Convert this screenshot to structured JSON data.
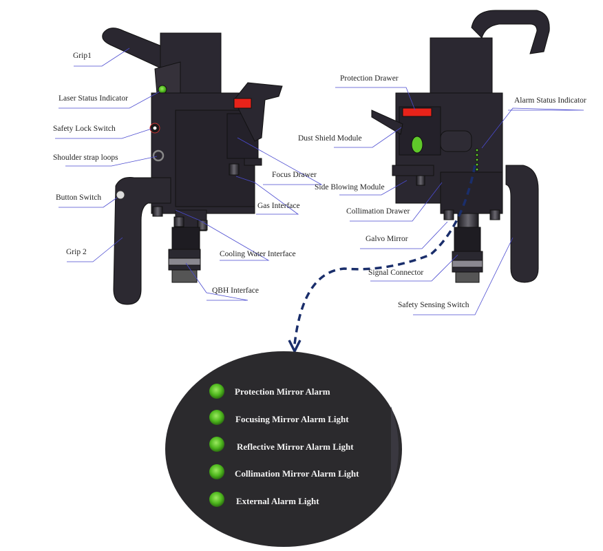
{
  "left_view": {
    "labels": {
      "grip1": "Grip1",
      "laser_status_indicator": "Laser Status Indicator",
      "safety_lock_switch": "Safety Lock Switch",
      "shoulder_strap_loops": "Shoulder strap loops",
      "button_switch": "Button Switch",
      "grip2": "Grip 2",
      "focus_drawer": "Focus Drawer",
      "gas_interface": "Gas Interface",
      "cooling_water_interface": "Cooling Water Interface",
      "qbh_interface": "QBH Interface"
    }
  },
  "right_view": {
    "labels": {
      "protection_drawer": "Protection Drawer",
      "dust_shield_module": "Dust Shield Module",
      "alarm_status_indicator": "Alarm Status Indicator",
      "side_blowing_module": "Side Blowing Module",
      "collimation_drawer": "Collimation Drawer",
      "galvo_mirror": "Galvo Mirror",
      "signal_connector": "Signal Connector",
      "safety_sensing_switch": "Safety Sensing Switch"
    }
  },
  "alarm_panel": {
    "items": [
      {
        "label": "Protection Mirror Alarm"
      },
      {
        "label": "Focusing Mirror Alarm Light"
      },
      {
        "label": "Reflective Mirror Alarm Light"
      },
      {
        "label": "Collimation Mirror Alarm Light"
      },
      {
        "label": "External Alarm Light"
      }
    ]
  },
  "colors": {
    "body": "#2a2530",
    "accent_red": "#e8231a",
    "indicator_green": "#5fc82a",
    "leader_line": "#3a3acc",
    "dashed_arrow": "#1a2e6b",
    "panel_bg": "#2b2a2d"
  }
}
